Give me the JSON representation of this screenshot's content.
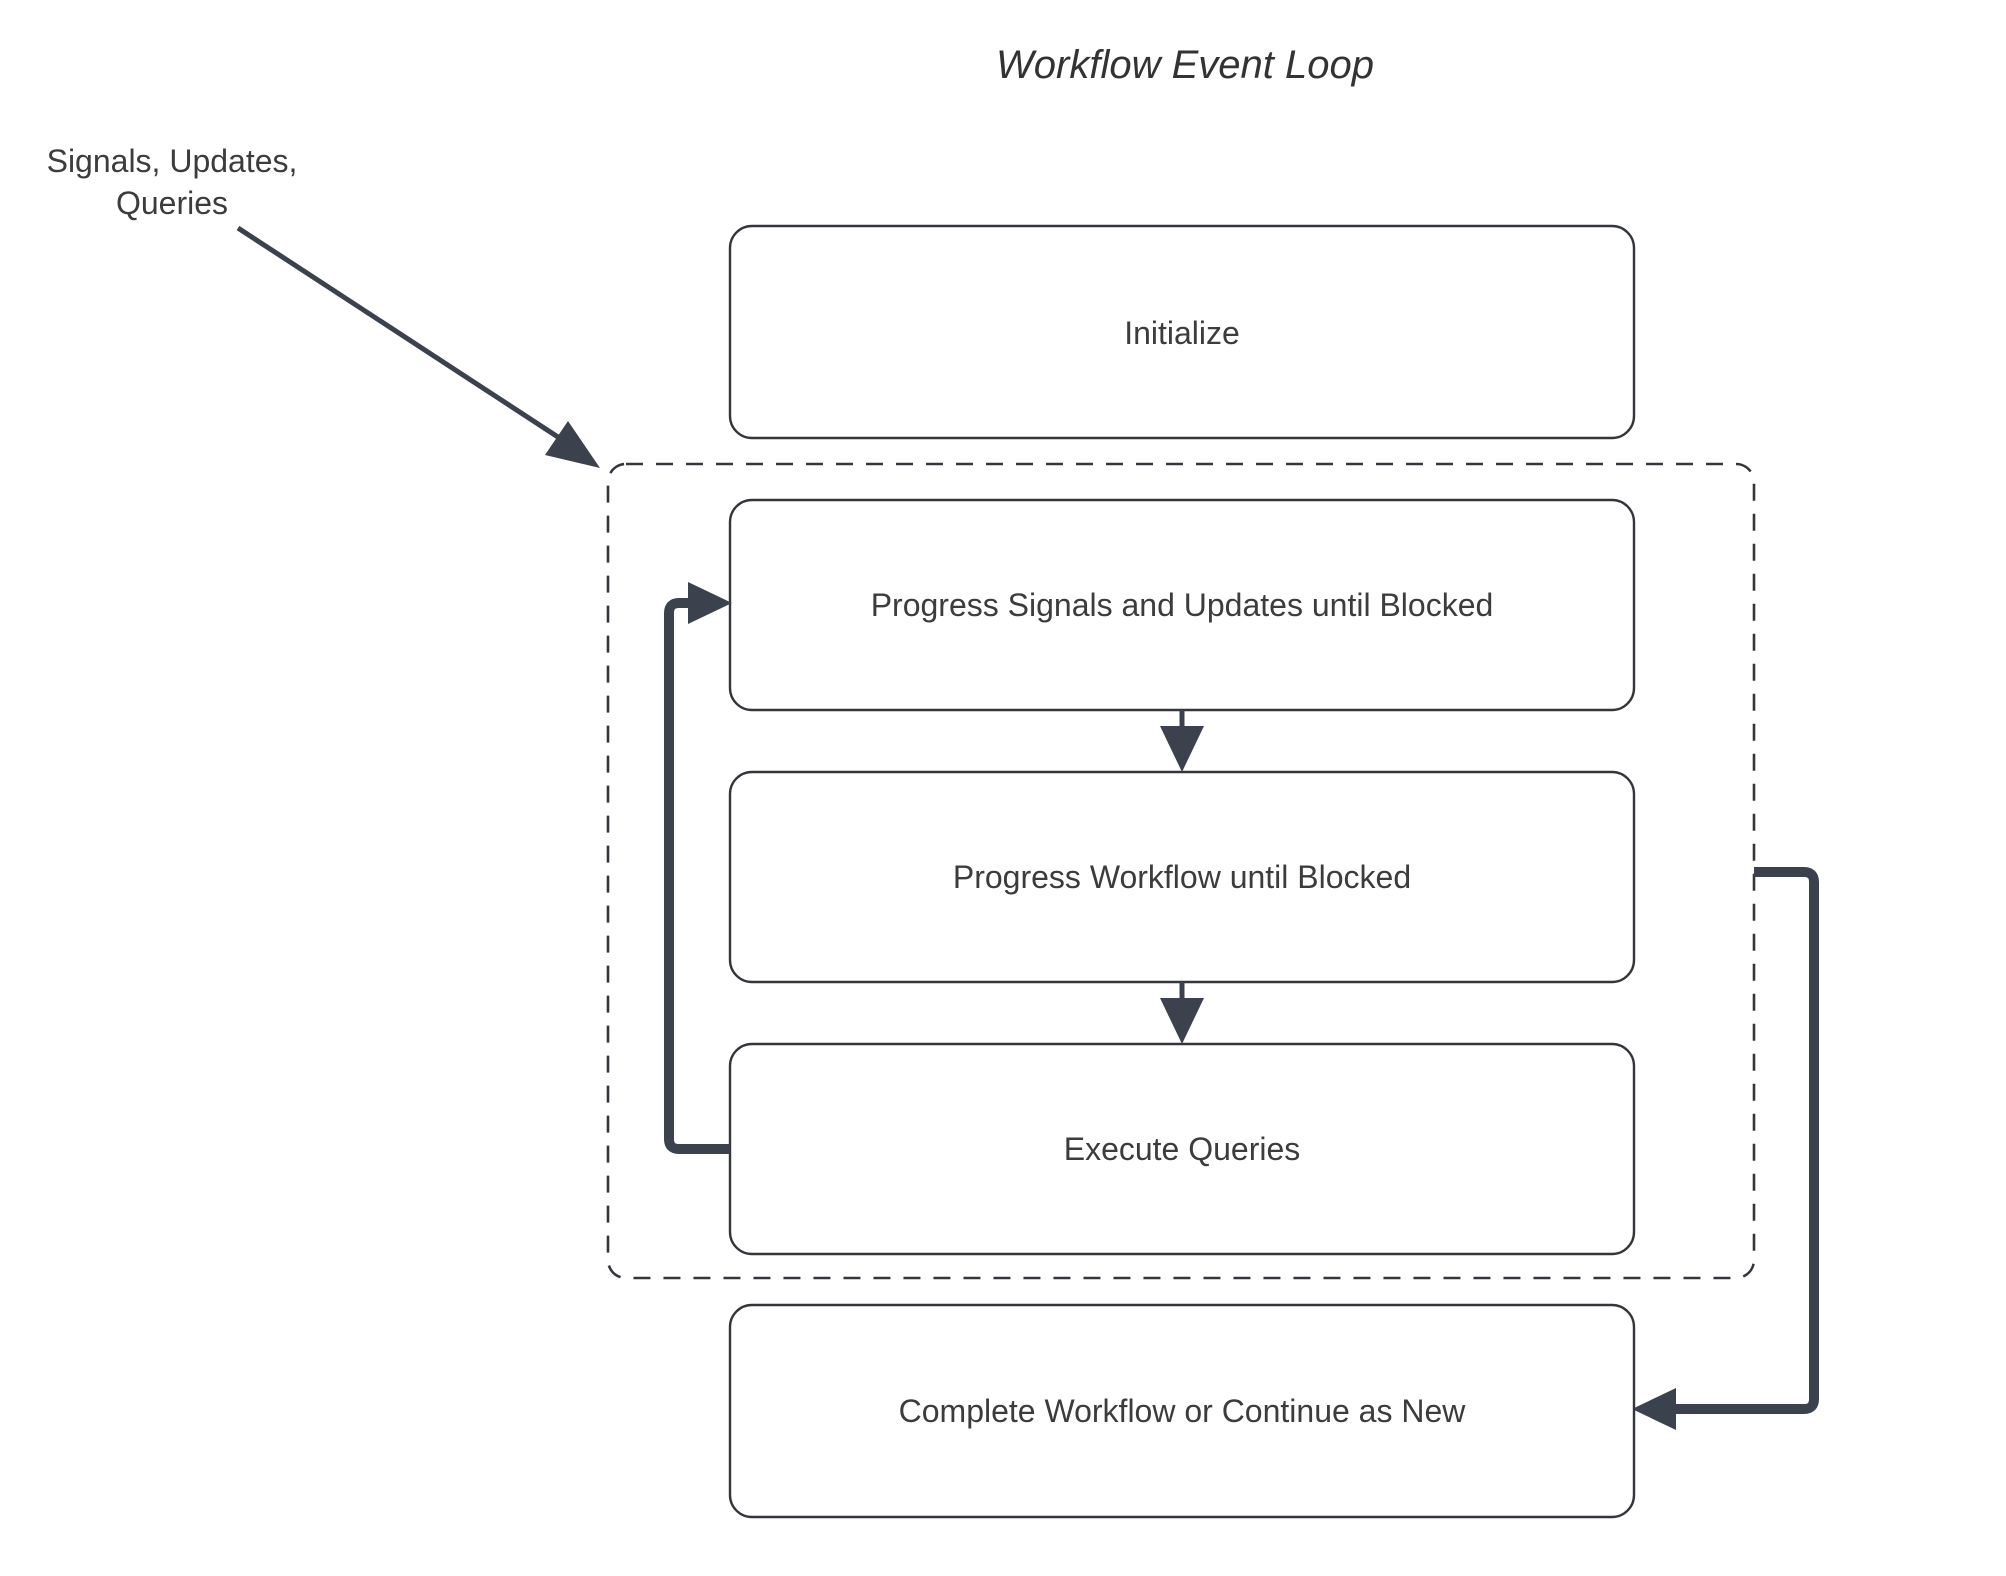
{
  "diagram": {
    "title": "Workflow Event Loop",
    "type": "flowchart",
    "background_color": "#ffffff",
    "node_border_color": "#33373c",
    "node_fill_color": "#ffffff",
    "edge_color": "#3b414d",
    "text_color": "#3c3c3c",
    "group": {
      "name": "event-loop-group",
      "style": "dashed",
      "label": ""
    },
    "nodes": [
      {
        "id": "initialize",
        "label": "Initialize",
        "inside_group": false
      },
      {
        "id": "progress-signals",
        "label": "Progress Signals and Updates until Blocked",
        "inside_group": true
      },
      {
        "id": "progress-workflow",
        "label": "Progress Workflow until Blocked",
        "inside_group": true
      },
      {
        "id": "execute-queries",
        "label": "Execute Queries",
        "inside_group": true
      },
      {
        "id": "complete-workflow",
        "label": "Complete Workflow or Continue as New",
        "inside_group": false
      }
    ],
    "edges": [
      {
        "id": "external-input",
        "label": "Signals, Updates,\nQueries",
        "from": "external",
        "to": "event-loop-group",
        "style": "solid-arrow"
      },
      {
        "id": "signals-to-workflow",
        "label": "",
        "from": "progress-signals",
        "to": "progress-workflow",
        "style": "solid-arrow"
      },
      {
        "id": "workflow-to-queries",
        "label": "",
        "from": "progress-workflow",
        "to": "execute-queries",
        "style": "solid-arrow"
      },
      {
        "id": "queries-loopback",
        "label": "",
        "from": "execute-queries",
        "to": "progress-signals",
        "style": "solid-arrow"
      },
      {
        "id": "group-to-complete",
        "label": "",
        "from": "event-loop-group",
        "to": "complete-workflow",
        "style": "solid-arrow"
      }
    ],
    "external_label_lines": [
      "Signals, Updates,",
      "Queries"
    ]
  }
}
